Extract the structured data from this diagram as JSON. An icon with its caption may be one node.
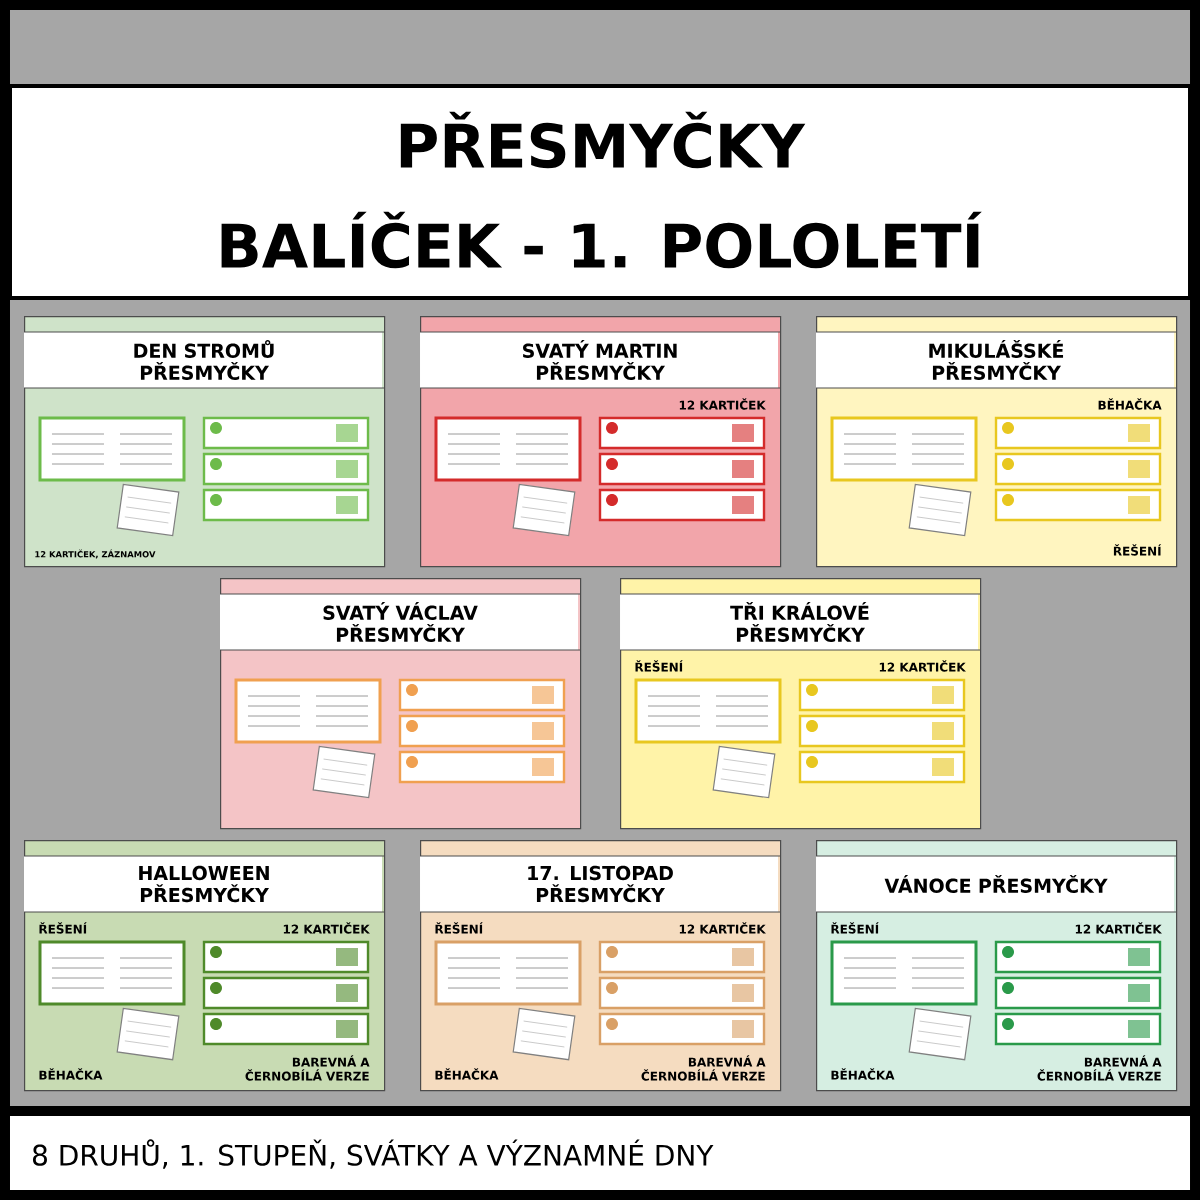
{
  "diagram": {
    "caption": "8 DRUHŮ, 1. STUPEŇ, SVÁTKY A VÝZNAMNÉ DNY",
    "nodes": [
      {
        "text": [
          "PŘESMYČKY",
          "BALÍČEK - 1. POLOLETÍ"
        ]
      },
      {
        "text": [
          "DEN STROMŮ PŘESMYČKY",
          "12 KARTIČEK, ZÁZNAMOV"
        ]
      },
      {
        "text": [
          "SVATÝ VÁCLAV PŘESMYČKY"
        ]
      },
      {
        "text": [
          "SVATÝ MARTIN PŘESMYČKY",
          "12 KARTIČEK"
        ]
      },
      {
        "text": [
          "MIKULÁŠSKÉ PŘESMYČKY",
          "BĚHAČKA",
          "ŘEŠENÍ"
        ]
      },
      {
        "text": [
          "TŘI KRÁLOVÉ PŘESMYČKY",
          "ŘEŠENÍ",
          "12 KARTIČEK"
        ]
      },
      {
        "text": [
          "HALLOWEEN PŘESMYČKY",
          "ŘEŠENÍ",
          "12 KARTIČEK",
          "BĚHAČKA",
          "BAREVNÁ A ČERNOBÍLÁ VERZE"
        ]
      },
      {
        "text": [
          "17. LISTOPAD PŘESMYČKY",
          "ŘEŠENÍ",
          "12 KARTIČEK",
          "BĚHAČKA",
          "BAREVNÁ A ČERNOBÍLÁ VERZE"
        ]
      },
      {
        "text": [
          "VÁNOCE PŘESMYČKY",
          "ŘEŠENÍ",
          "12 KARTIČEK",
          "BĚHAČKA",
          "BAREVNÁ A ČERNOBÍLÁ VERZE"
        ]
      }
    ]
  }
}
